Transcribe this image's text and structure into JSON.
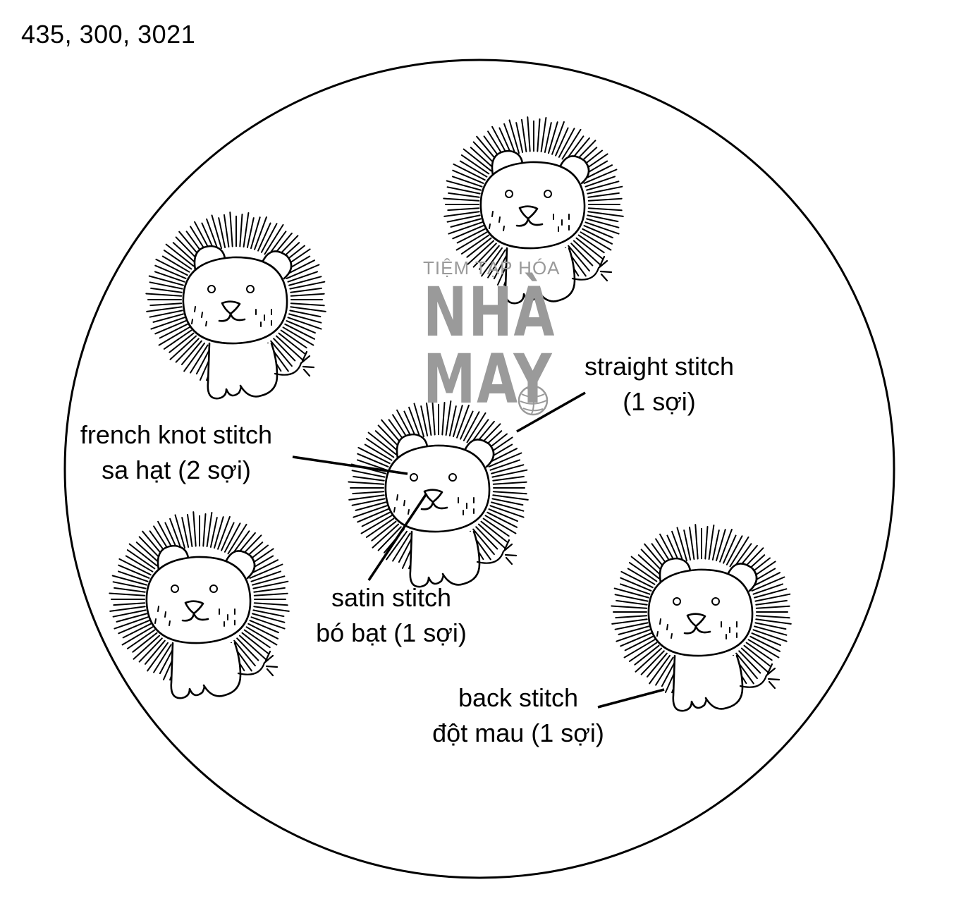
{
  "thread_colors": "435, 300, 3021",
  "watermark": {
    "line1": "TIỆM TẠP HÓA",
    "line2": "NHÀ",
    "line3": "MAY"
  },
  "callouts": [
    {
      "id": "straight",
      "line1": "straight stitch",
      "line2": "(1 sợi)"
    },
    {
      "id": "french",
      "line1": "french knot stitch",
      "line2": "sa hạt (2 sợi)"
    },
    {
      "id": "satin",
      "line1": "satin stitch",
      "line2": "bó bạt (1 sợi)"
    },
    {
      "id": "back",
      "line1": "back stitch",
      "line2": "đột mau (1 sợi)"
    }
  ],
  "lion_count": 5,
  "colors": {
    "ink": "#000000",
    "watermark": "#9a9a9a",
    "background": "#ffffff"
  }
}
